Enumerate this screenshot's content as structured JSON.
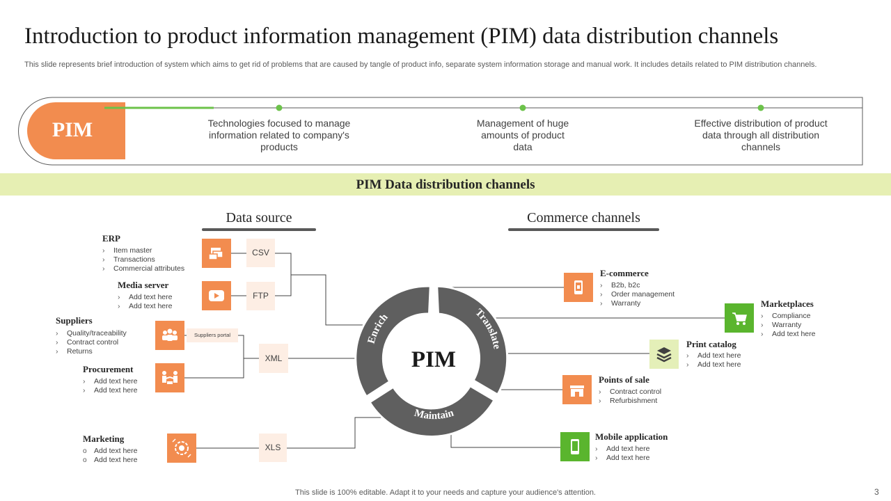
{
  "title": "Introduction to product information management (PIM) data distribution channels",
  "subtitle": "This slide represents brief introduction of system which aims to get rid of problems that are caused by tangle of product info, separate system information storage and manual work. It includes details related to PIM distribution channels.",
  "intro": {
    "badge": "PIM",
    "points": [
      "Technologies focused to manage information related to company's products",
      "Management of huge amounts of product data",
      "Effective distribution of product data through all distribution channels"
    ]
  },
  "section_title": "PIM Data distribution channels",
  "columns": {
    "left": "Data source",
    "right": "Commerce channels"
  },
  "hub": {
    "label": "PIM",
    "ring": [
      "Enrich",
      "Translate",
      "Maintain"
    ]
  },
  "sources": [
    {
      "title": "ERP",
      "icon": "document-stack-icon",
      "items": [
        "Item master",
        "Transactions",
        "Commercial attributes"
      ]
    },
    {
      "title": "Media server",
      "icon": "play-button-icon",
      "items": [
        "Add text here",
        "Add text here"
      ]
    },
    {
      "title": "Suppliers",
      "icon": "people-group-icon",
      "items": [
        "Quality/traceability",
        "Contract control",
        "Returns"
      ]
    },
    {
      "title": "Procurement",
      "icon": "handshake-icon",
      "items": [
        "Add text here",
        "Add text here"
      ]
    },
    {
      "title": "Marketing",
      "icon": "target-gear-icon",
      "items": [
        "Add text here",
        "Add text here"
      ]
    }
  ],
  "formats": [
    "CSV",
    "FTP",
    "Suppliers portal",
    "XML",
    "XLS"
  ],
  "channels": [
    {
      "title": "E-commerce",
      "icon": "mobile-shop-icon",
      "items": [
        "B2b, b2c",
        "Order management",
        "Warranty"
      ]
    },
    {
      "title": "Marketplaces",
      "icon": "shopping-cart-icon",
      "items": [
        "Compliance",
        "Warranty",
        "Add text here"
      ]
    },
    {
      "title": "Print catalog",
      "icon": "layers-icon",
      "items": [
        "Add text here",
        "Add text here"
      ]
    },
    {
      "title": "Points of sale",
      "icon": "storefront-icon",
      "items": [
        "Contract control",
        "Refurbishment"
      ]
    },
    {
      "title": "Mobile application",
      "icon": "smartphone-icon",
      "items": [
        "Add text here",
        "Add text here"
      ]
    }
  ],
  "colors": {
    "accent_orange": "#f28c4f",
    "accent_green": "#5ab52e",
    "band_lime": "#e6efb3",
    "ring_gray": "#5f5f5f"
  },
  "footer": "This slide is 100% editable. Adapt it to your needs and capture your audience's attention.",
  "page_number": "3"
}
